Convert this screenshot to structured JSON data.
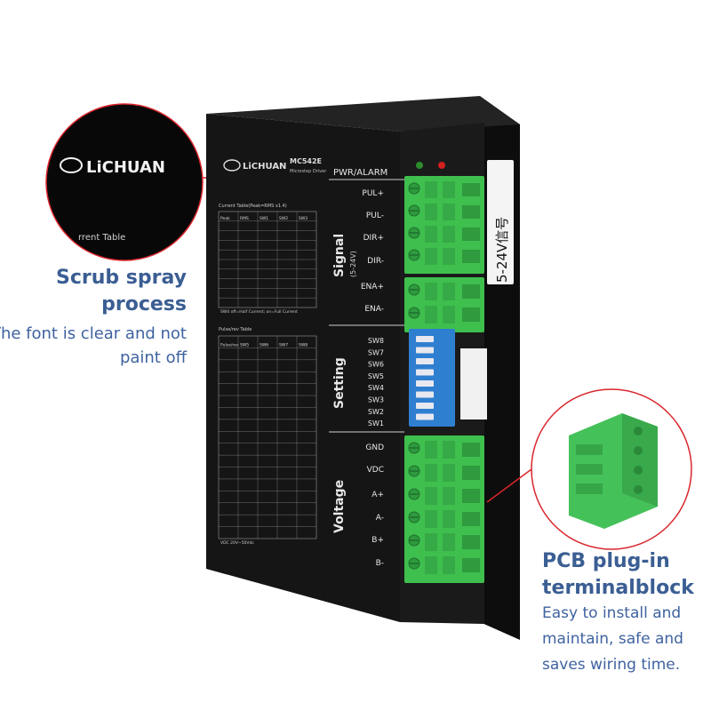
{
  "product": {
    "brand": "LiCHUAN",
    "model": "MC542E",
    "subtitle": "Microstep Driver",
    "current_table_title": "Current Table(Peak=RMS x1.4)",
    "current_table_headers": [
      "Peak",
      "RMS",
      "SW1",
      "SW2",
      "SW3"
    ],
    "current_note": "SW4 off=Half Current; on=Full Current",
    "pulse_table_title": "Pulse/rev Table",
    "pulse_table_headers": [
      "Pulse/rev",
      "SW5",
      "SW6",
      "SW7",
      "SW8"
    ],
    "bottom_note": "VDC 20V~50Vdc"
  },
  "terminals": {
    "header": "PWR/ALARM",
    "signal_label": "Signal",
    "signal_range": "(5-24V)",
    "signal_pins": [
      "PUL+",
      "PUL-",
      "DIR+",
      "DIR-",
      "ENA+",
      "ENA-"
    ],
    "setting_label": "Setting",
    "switches": [
      "SW8",
      "SW7",
      "SW6",
      "SW5",
      "SW4",
      "SW3",
      "SW2",
      "SW1"
    ],
    "voltage_label": "Voltage",
    "voltage_pins": [
      "GND",
      "VDC",
      "A+",
      "A-",
      "B+",
      "B-"
    ],
    "side_sticker": "5-24V信号"
  },
  "callouts": {
    "left_magnified_text": "LiCHUAN",
    "left_magnified_subtext": "rrent Table",
    "left_title": "Scrub spray process",
    "left_body": "The font is clear and not paint off",
    "right_title": "PCB plug-in terminalblock",
    "right_body": "Easy to install and maintain, safe and saves wiring time."
  },
  "colors": {
    "device_body": "#151515",
    "terminal_green": "#3fbf4e",
    "callout_text": "#3b5e93",
    "callout_line": "#d8262c",
    "dip_switch_blue": "#2f7fd0"
  }
}
